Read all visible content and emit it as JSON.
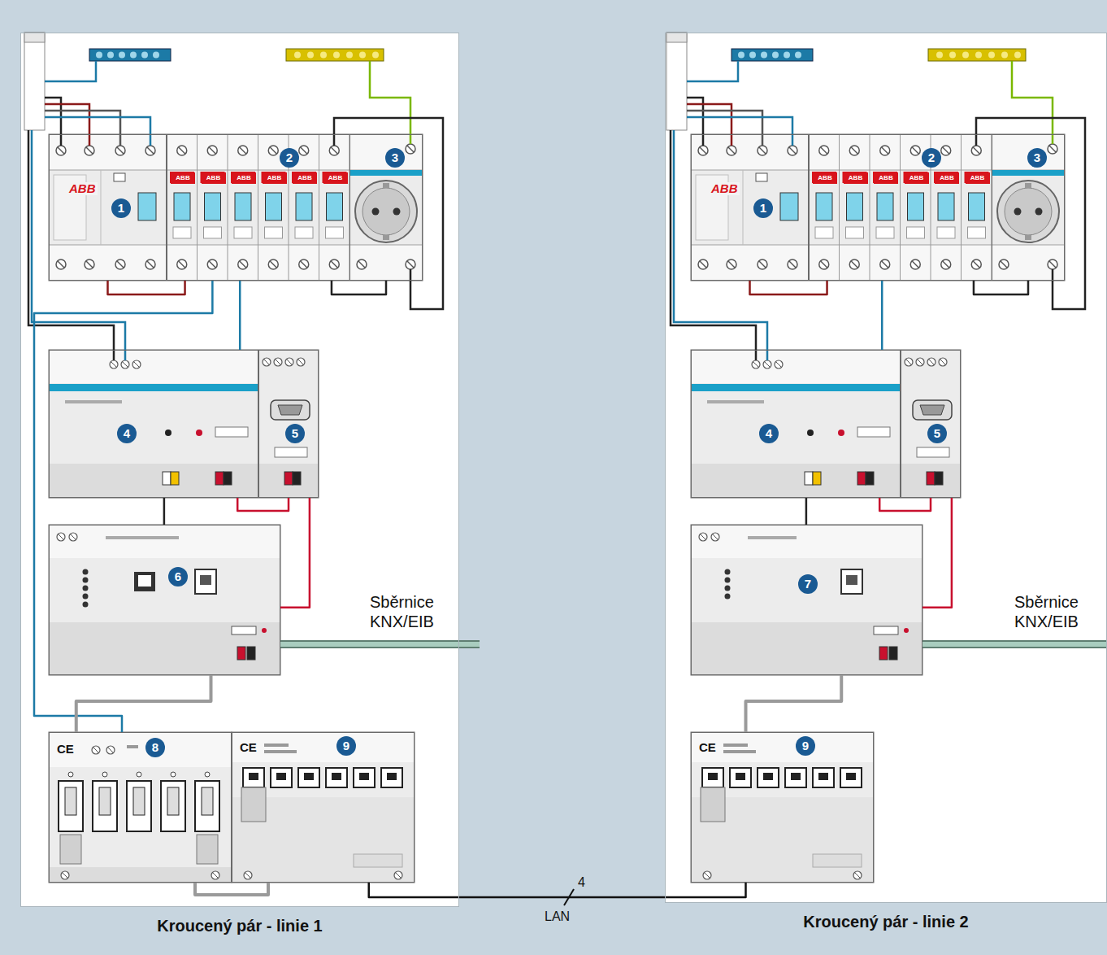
{
  "diagram": {
    "nodes": [
      {
        "text": [
          "Kroucený pár - linie 1"
        ]
      },
      {
        "text": [
          "ABB",
          "1"
        ],
        "in": 0
      },
      {
        "text": [
          "2",
          "ABB",
          "ABB",
          "ABB",
          "ABB",
          "ABB",
          "ABB"
        ],
        "in": 0
      },
      {
        "text": [
          "3"
        ],
        "in": 0
      },
      {
        "text": [
          "4"
        ],
        "in": 0
      },
      {
        "text": [
          "5"
        ],
        "in": 0
      },
      {
        "text": [
          "6"
        ],
        "in": 0
      },
      {
        "text": [
          "CE",
          "8"
        ],
        "in": 0
      },
      {
        "text": [
          "CE",
          "9"
        ],
        "in": 0
      },
      {
        "text": [
          "Kroucený pár - linie 2"
        ]
      },
      {
        "text": [
          "ABB",
          "1"
        ],
        "in": 9
      },
      {
        "text": [
          "2",
          "ABB",
          "ABB",
          "ABB",
          "ABB",
          "ABB",
          "ABB"
        ],
        "in": 9
      },
      {
        "text": [
          "3"
        ],
        "in": 9
      },
      {
        "text": [
          "4"
        ],
        "in": 9
      },
      {
        "text": [
          "5"
        ],
        "in": 9
      },
      {
        "text": [
          "7"
        ],
        "in": 9
      },
      {
        "text": [
          "CE",
          "9"
        ],
        "in": 9
      }
    ],
    "edges": [
      {
        "from": 1,
        "to": 2,
        "arrow": "none"
      },
      {
        "from": 2,
        "to": 3,
        "arrow": "none"
      },
      {
        "from": 2,
        "to": 4,
        "arrow": "none"
      },
      {
        "from": 2,
        "to": 7,
        "arrow": "none"
      },
      {
        "from": 4,
        "to": 5,
        "arrow": "none"
      },
      {
        "from": 4,
        "to": 6,
        "arrow": "none"
      },
      {
        "from": 5,
        "to": 6,
        "arrow": "none"
      },
      {
        "from": 6,
        "to": 7,
        "arrow": "none"
      },
      {
        "from": 7,
        "to": 8,
        "arrow": "none"
      },
      {
        "from": 8,
        "to": 16,
        "arrow": "none",
        "label": "LAN"
      },
      {
        "from": 10,
        "to": 11,
        "arrow": "none"
      },
      {
        "from": 11,
        "to": 12,
        "arrow": "none"
      },
      {
        "from": 11,
        "to": 13,
        "arrow": "none"
      },
      {
        "from": 13,
        "to": 14,
        "arrow": "none"
      },
      {
        "from": 13,
        "to": 15,
        "arrow": "none"
      },
      {
        "from": 14,
        "to": 15,
        "arrow": "none"
      },
      {
        "from": 15,
        "to": 16,
        "arrow": "none"
      }
    ],
    "labels": [
      "Sběrnice KNX/EIB",
      "Sběrnice KNX/EIB",
      "4"
    ]
  }
}
